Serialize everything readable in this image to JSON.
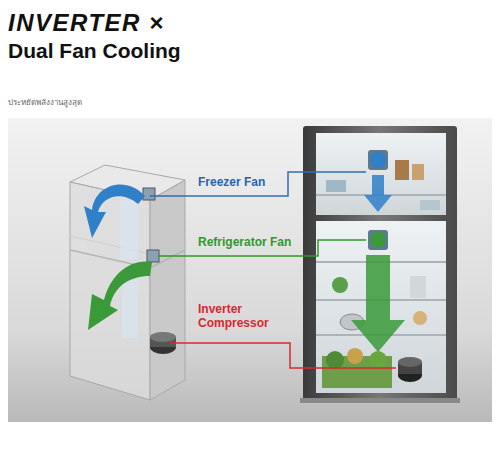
{
  "diagram": {
    "title": "INVERTER × Dual Fan Cooling",
    "labels": [
      "ประหยัดพลังงานสูงสุด",
      "Freezer Fan",
      "Refrigerator Fan",
      "Inverter Compressor"
    ]
  }
}
